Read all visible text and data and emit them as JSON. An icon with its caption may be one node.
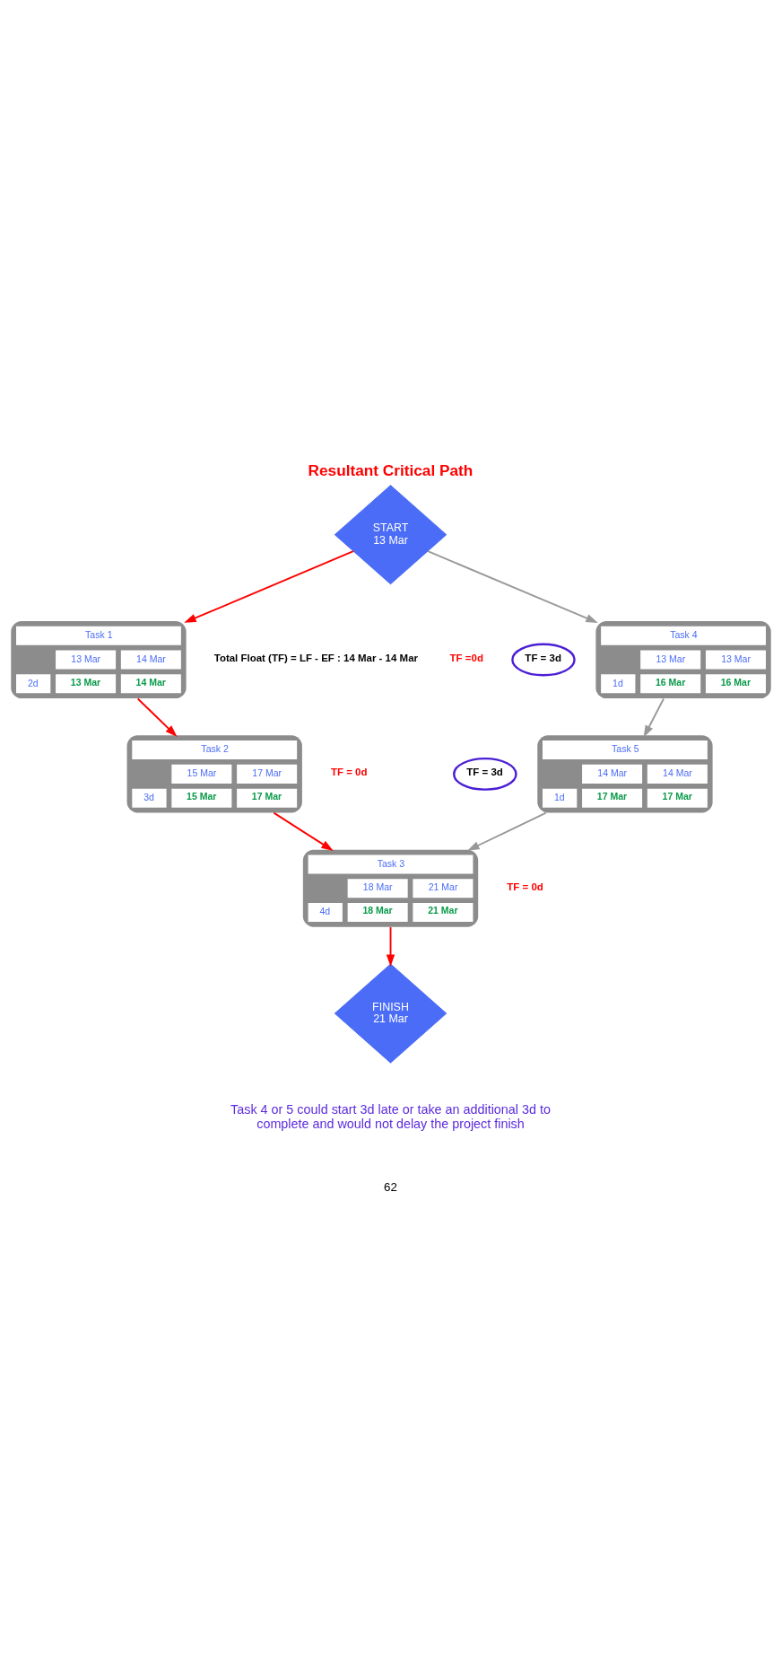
{
  "diagram": {
    "title": "Resultant Critical Path",
    "nodes": [
      {
        "text": [
          "START",
          "13 Mar"
        ]
      },
      {
        "text": [
          "Task 1",
          "13 Mar",
          "14 Mar",
          "2d",
          "13 Mar",
          "14 Mar"
        ],
        "beside": [
          "Total Float (TF) = LF - EF : 14 Mar - 14 Mar",
          "TF =0d"
        ]
      },
      {
        "text": [
          "Task 4",
          "13 Mar",
          "13 Mar",
          "1d",
          "16 Mar",
          "16 Mar"
        ]
      },
      {
        "text": [
          "TF = 3d"
        ]
      },
      {
        "text": [
          "Task 2",
          "15 Mar",
          "17 Mar",
          "3d",
          "15 Mar",
          "17 Mar"
        ],
        "beside": [
          "TF = 0d"
        ]
      },
      {
        "text": [
          "Task 5",
          "14 Mar",
          "14 Mar",
          "1d",
          "17 Mar",
          "17 Mar"
        ]
      },
      {
        "text": [
          "TF = 3d"
        ]
      },
      {
        "text": [
          "Task 3",
          "18 Mar",
          "21 Mar",
          "4d",
          "18 Mar",
          "21 Mar"
        ],
        "beside": [
          "TF = 0d"
        ]
      },
      {
        "text": [
          "FINISH",
          "21 Mar"
        ]
      }
    ],
    "edges": [
      {
        "from": 0,
        "to": 1,
        "arrow": "to"
      },
      {
        "from": 0,
        "to": 2,
        "arrow": "to",
        "color": "#999999"
      },
      {
        "from": 1,
        "to": 4,
        "arrow": "to"
      },
      {
        "from": 2,
        "to": 5,
        "arrow": "to",
        "color": "#999999"
      },
      {
        "from": 4,
        "to": 7,
        "arrow": "to"
      },
      {
        "from": 5,
        "to": 7,
        "arrow": "to",
        "color": "#999999"
      },
      {
        "from": 7,
        "to": 8,
        "arrow": "to"
      }
    ],
    "labels": [
      "Task 4 or 5 could start 3d late or take an additional 3d to complete and would not delay the project finish",
      "62"
    ]
  }
}
